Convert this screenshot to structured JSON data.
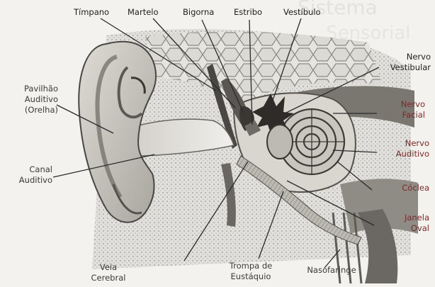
{
  "labels": {
    "timpano": "Tímpano",
    "martelo": "Martelo",
    "bigorna": "Bigorna",
    "estribo": "Estribo",
    "vestibulo": "Vestíbulo",
    "pavilhao": [
      "Pavilhão",
      "Auditivo",
      "(Orelha)"
    ],
    "nervo_vestibular": [
      "Nervo",
      "Vestibular"
    ],
    "nervo_facial": [
      "Nervo",
      "Facial"
    ],
    "nervo_auditivo": [
      "Nervo",
      "Auditivo"
    ],
    "canal_auditivo": [
      "Canal",
      "Auditivo"
    ],
    "coclea": "Cóclea",
    "janela_oval": [
      "Janela",
      "Oval"
    ],
    "veia_cerebral": [
      "Veia",
      "Cerebral"
    ],
    "trompa": [
      "Trompa de",
      "Eustáquio"
    ],
    "nasofaringe": "Nasofaringe"
  }
}
